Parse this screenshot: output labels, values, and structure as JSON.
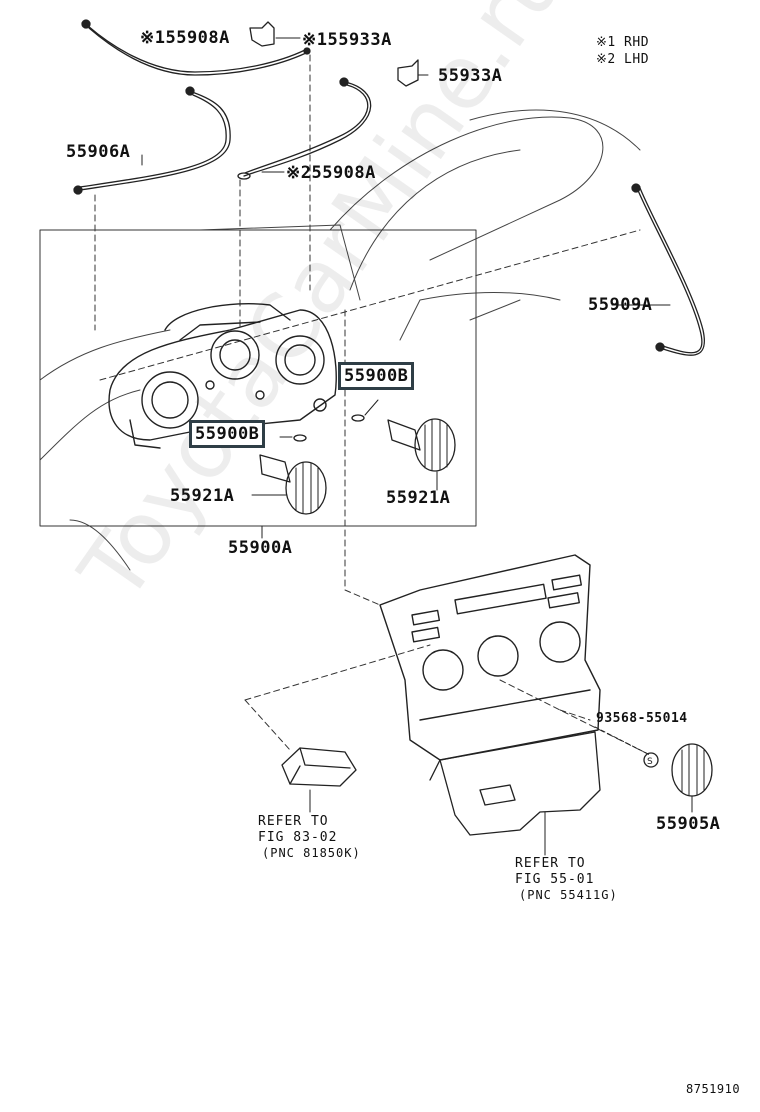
{
  "diagram": {
    "legend": {
      "rhd": "※1 RHD",
      "lhd": "※2 LHD"
    },
    "parts": {
      "p55908A_top": "※155908A",
      "p55933A_top": "※155933A",
      "p55933A_mid": "55933A",
      "p55906A": "55906A",
      "p55908A_mid": "※255908A",
      "p55909A": "55909A",
      "p55900B_right": "55900B",
      "p55900B_left": "55900B",
      "p55921A_left": "55921A",
      "p55921A_right": "55921A",
      "p55900A": "55900A",
      "p93568": "93568-55014",
      "p55905A": "55905A"
    },
    "refs": {
      "ref1_line1": "REFER TO",
      "ref1_line2": "FIG 83-02",
      "ref1_line3": "(PNC 81850K)",
      "ref2_line1": "REFER TO",
      "ref2_line2": "FIG 55-01",
      "ref2_line3": "(PNC 55411G)"
    },
    "figure_id": "8751910",
    "watermark": "ToyotaCarMine.ru"
  }
}
